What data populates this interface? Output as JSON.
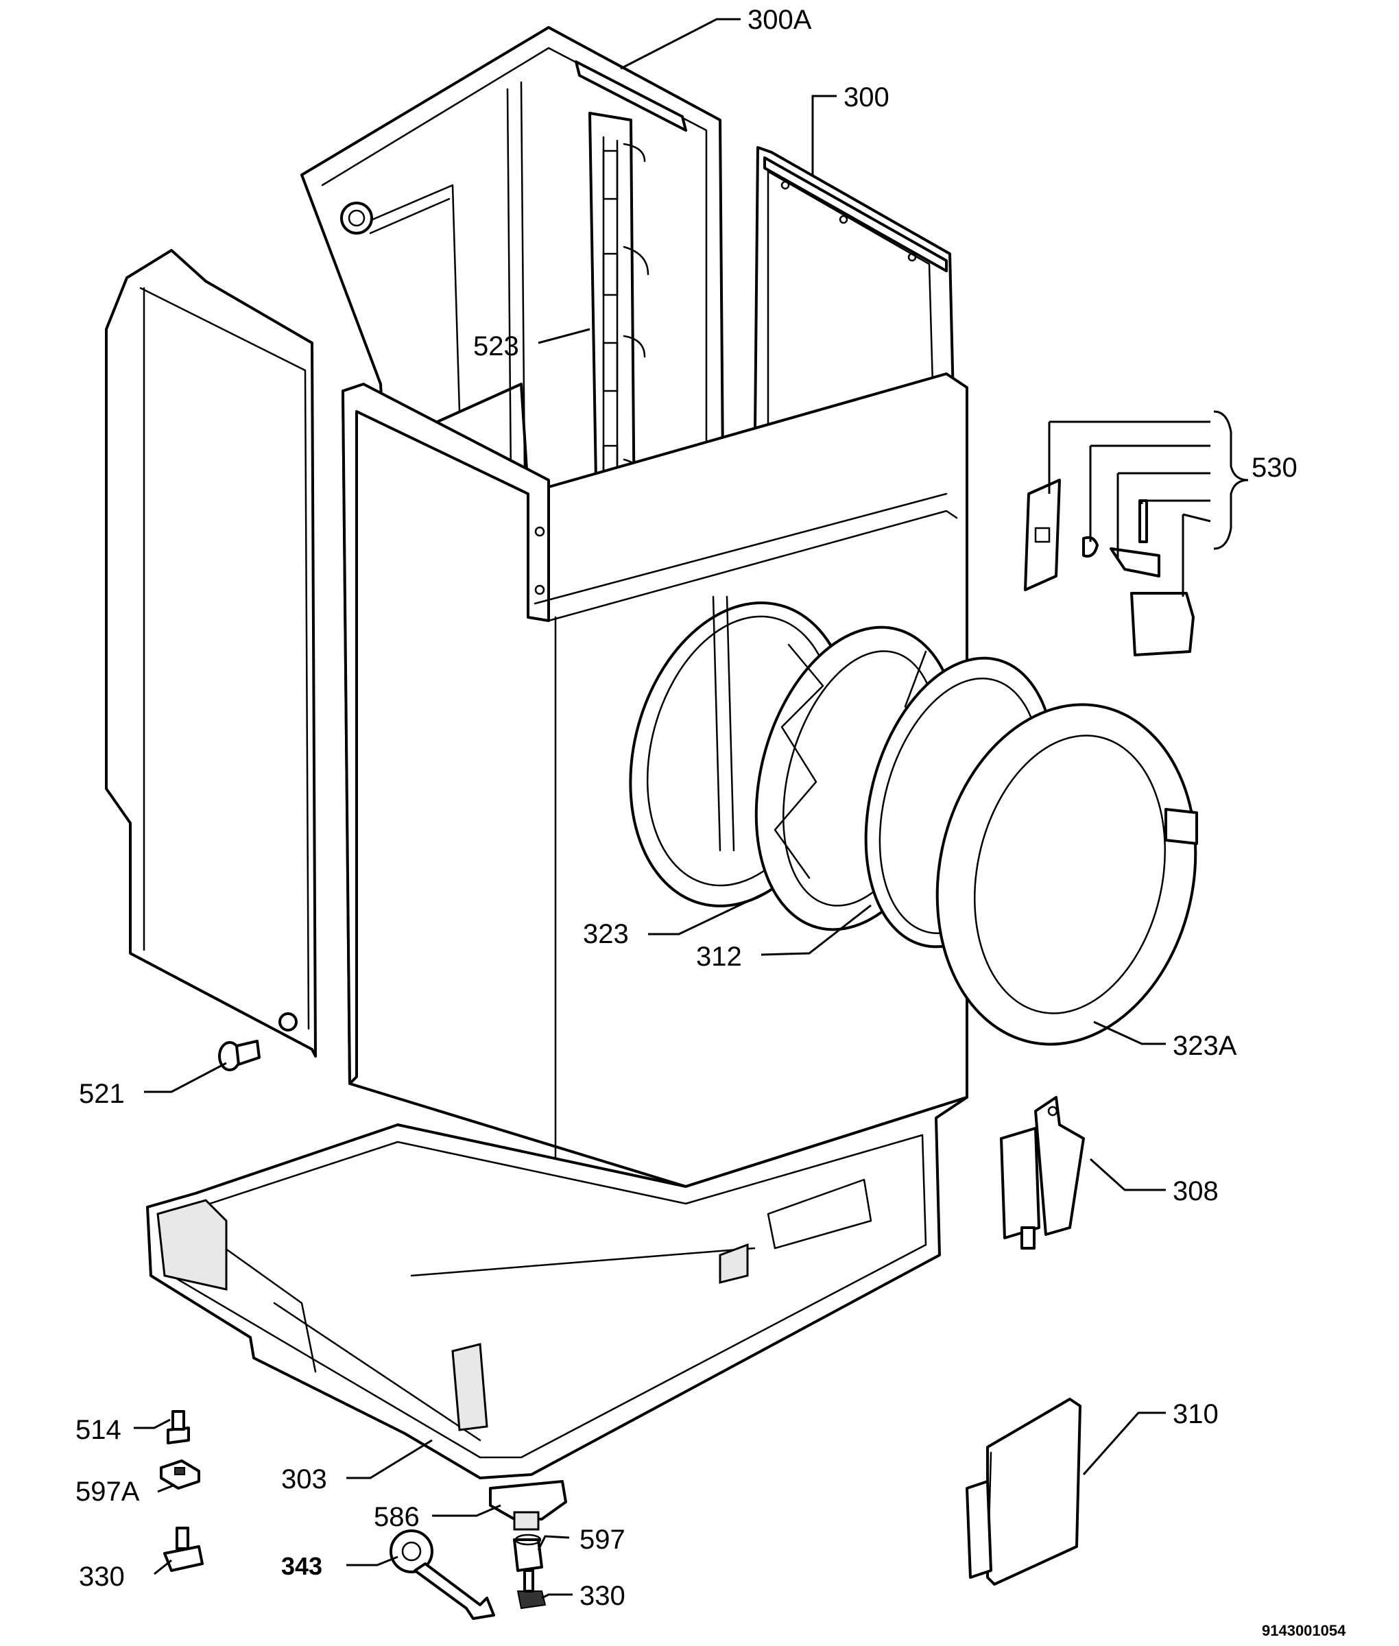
{
  "labels": {
    "p300a": "300A",
    "p300": "300",
    "p523": "523",
    "p530": "530",
    "p323": "323",
    "p312": "312",
    "p323a": "323A",
    "p521": "521",
    "p308": "308",
    "p514": "514",
    "p597a": "597A",
    "p303": "303",
    "p586": "586",
    "p597": "597",
    "p330a": "330",
    "p343": "343",
    "p330b": "330",
    "p310": "310"
  },
  "document_number": "9143001054"
}
